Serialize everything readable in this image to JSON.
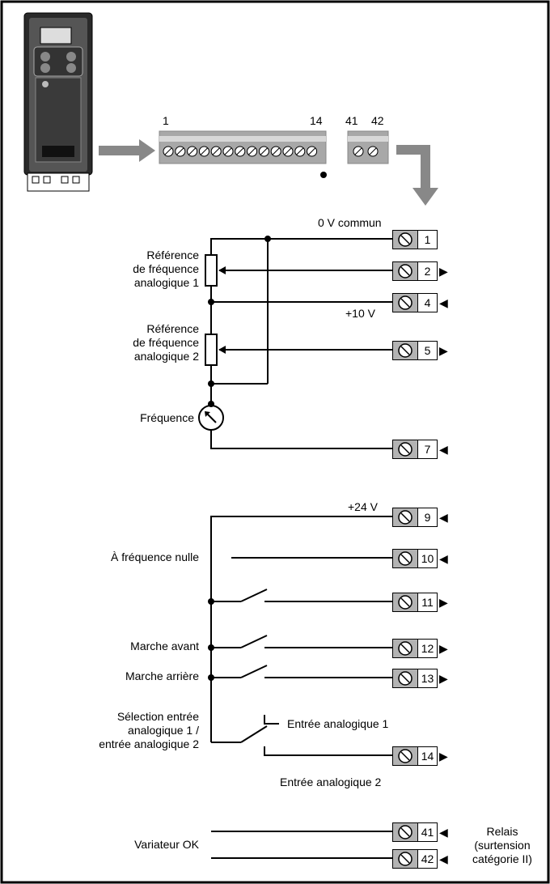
{
  "title": "",
  "header_numbers": {
    "n1": "1",
    "n14": "14",
    "n41": "41",
    "n42": "42"
  },
  "labels": {
    "zero_v": "0 V commun",
    "ref1": [
      "Référence",
      "de fréquence",
      "analogique 1"
    ],
    "plus10": "+10 V",
    "ref2": [
      "Référence",
      "de fréquence",
      "analogique 2"
    ],
    "frequence": "Fréquence",
    "plus24": "+24 V",
    "freq_nulle": "À fréquence nulle",
    "marche_avant": "Marche avant",
    "marche_arriere": "Marche arrière",
    "selection": [
      "Sélection entrée",
      "analogique 1 /",
      "entrée analogique 2"
    ],
    "entree1": "Entrée analogique 1",
    "entree2": "Entrée analogique 2",
    "variateur_ok": "Variateur OK",
    "relais": [
      "Relais",
      "(surtension",
      "catégorie II)"
    ]
  },
  "terminals": [
    {
      "num": "1",
      "arrow": ""
    },
    {
      "num": "2",
      "arrow": "▶"
    },
    {
      "num": "4",
      "arrow": "◀"
    },
    {
      "num": "5",
      "arrow": "▶"
    },
    {
      "num": "7",
      "arrow": "◀"
    },
    {
      "num": "9",
      "arrow": "◀"
    },
    {
      "num": "10",
      "arrow": "◀"
    },
    {
      "num": "11",
      "arrow": "▶"
    },
    {
      "num": "12",
      "arrow": "▶"
    },
    {
      "num": "13",
      "arrow": "▶"
    },
    {
      "num": "14",
      "arrow": "▶"
    },
    {
      "num": "41",
      "arrow": "◀"
    },
    {
      "num": "42",
      "arrow": "◀"
    }
  ],
  "colors": {
    "terminal_grey": "#b3b3b3",
    "strip_grey": "#a8a8a8",
    "flow_arrow": "#888888"
  }
}
